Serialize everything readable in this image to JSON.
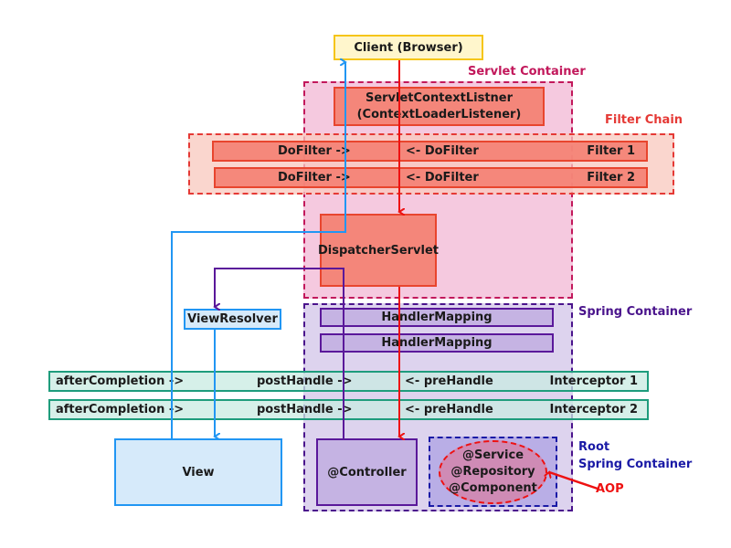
{
  "client": {
    "label": "Client (Browser)"
  },
  "servlet_container": {
    "title": "Servlet Container",
    "context_listener": {
      "line1": "ServletContextListner",
      "line2": "(ContextLoaderListener)"
    },
    "dispatcher": "DispatcherServlet"
  },
  "filter_chain": {
    "title": "Filter Chain",
    "filters": [
      {
        "forward": "DoFilter ->",
        "backward": "<- DoFilter",
        "name": "Filter 1"
      },
      {
        "forward": "DoFilter ->",
        "backward": "<- DoFilter",
        "name": "Filter 2"
      }
    ]
  },
  "spring_container": {
    "title": "Spring Container",
    "handler_mappings": [
      "HandlerMapping",
      "HandlerMapping"
    ],
    "controller": "@Controller"
  },
  "interceptors": [
    {
      "after": "afterCompletion ->",
      "post": "postHandle ->",
      "pre": "<- preHandle",
      "name": "Interceptor 1"
    },
    {
      "after": "afterCompletion ->",
      "post": "postHandle ->",
      "pre": "<- preHandle",
      "name": "Interceptor 2"
    }
  ],
  "view_resolver": "ViewResolver",
  "view": "View",
  "root_container": {
    "title_line1": "Root",
    "title_line2": "Spring Container",
    "beans": [
      "@Service",
      "@Repository",
      "@Component"
    ]
  },
  "aop": {
    "label": "AOP"
  },
  "colors": {
    "client": "#fff6cc",
    "client_border": "#f5c518",
    "servlet_container": "#f3c4dc",
    "servlet_border": "#c2185b",
    "filter_chain": "#f8d5cc",
    "filter_border": "#e53935",
    "filter_bar": "#f4867a",
    "spring_container": "#ddd3ee",
    "spring_border": "#4a148c",
    "handler": "#c5b3e3",
    "interceptor": "#d0ece4",
    "interceptor_border": "#1e9c7c",
    "view": "#d6eafa",
    "view_border": "#2196f3",
    "root": "#b9aee6",
    "root_border": "#1a1aa6",
    "ellipse": "#cf8bb5",
    "request_arrow": "#ee1111",
    "response_arrow": "#2196f3",
    "view_arrow": "#5a189a"
  }
}
